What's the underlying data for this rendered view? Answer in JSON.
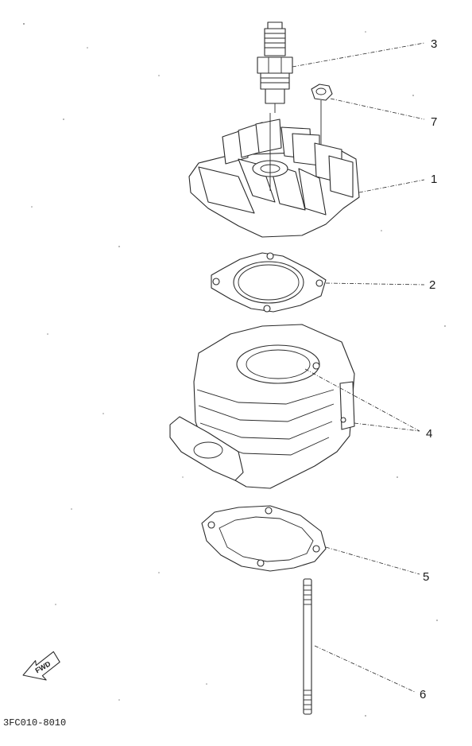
{
  "diagram": {
    "callouts": [
      {
        "id": "3",
        "label": "3"
      },
      {
        "id": "7",
        "label": "7"
      },
      {
        "id": "1",
        "label": "1"
      },
      {
        "id": "2",
        "label": "2"
      },
      {
        "id": "4",
        "label": "4"
      },
      {
        "id": "5",
        "label": "5"
      },
      {
        "id": "6",
        "label": "6"
      }
    ],
    "figure_code": "3FC010-8010",
    "fwd_label": "FWD"
  }
}
